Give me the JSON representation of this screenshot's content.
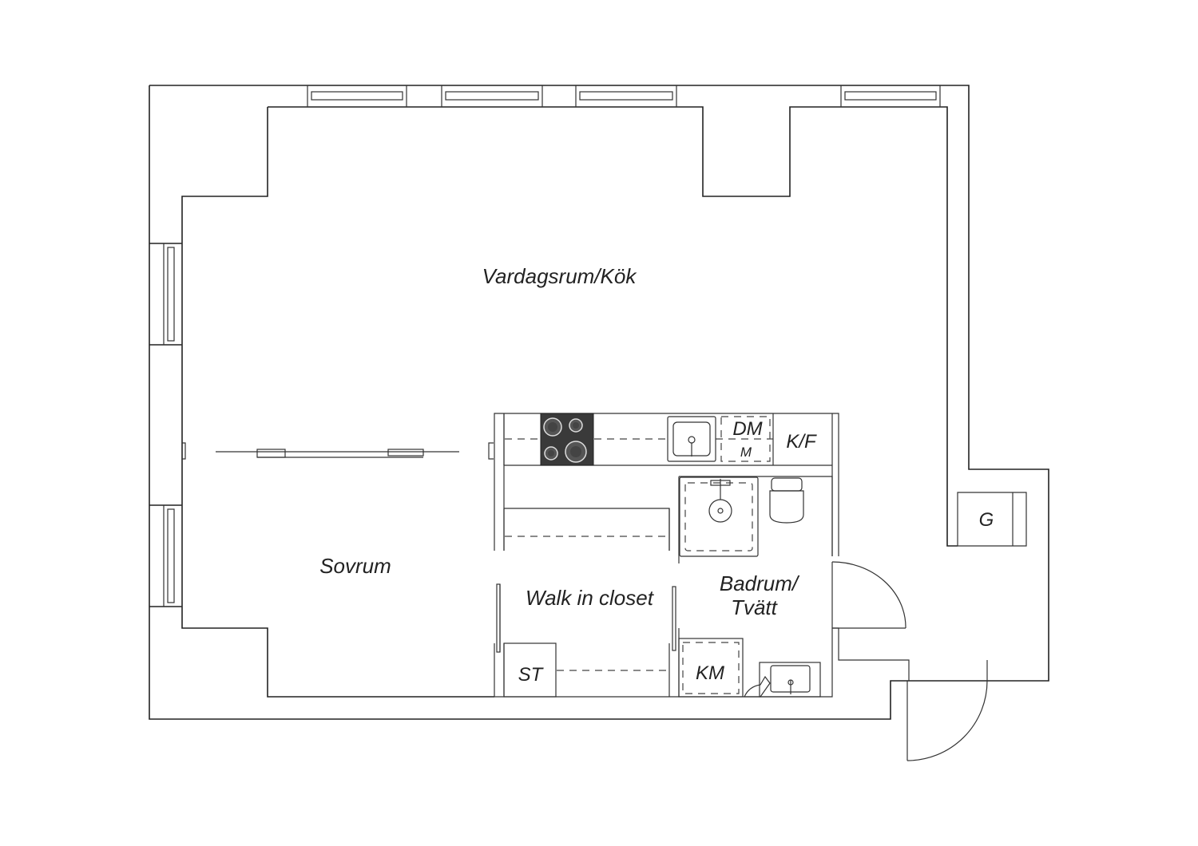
{
  "rooms": {
    "living_kitchen": "Vardagsrum/Kök",
    "bedroom": "Sovrum",
    "walk_in_closet": "Walk in closet",
    "bathroom_line1": "Badrum/",
    "bathroom_line2": "Tvätt"
  },
  "fixtures": {
    "dishwasher": "DM",
    "microwave": "M",
    "fridge_freezer": "K/F",
    "wardrobe": "G",
    "storage": "ST",
    "washing_machine": "KM"
  }
}
